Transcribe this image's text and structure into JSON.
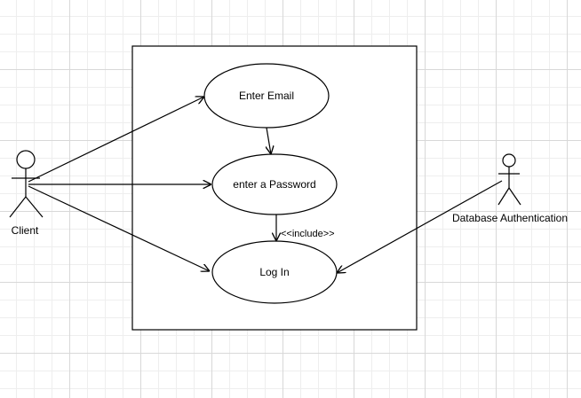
{
  "actors": {
    "client": "Client",
    "database": "Database Authentication"
  },
  "use_cases": {
    "enter_email": "Enter Email",
    "enter_password": "enter a Password",
    "log_in": "Log In"
  },
  "relationships": {
    "include": "<<include>>"
  }
}
